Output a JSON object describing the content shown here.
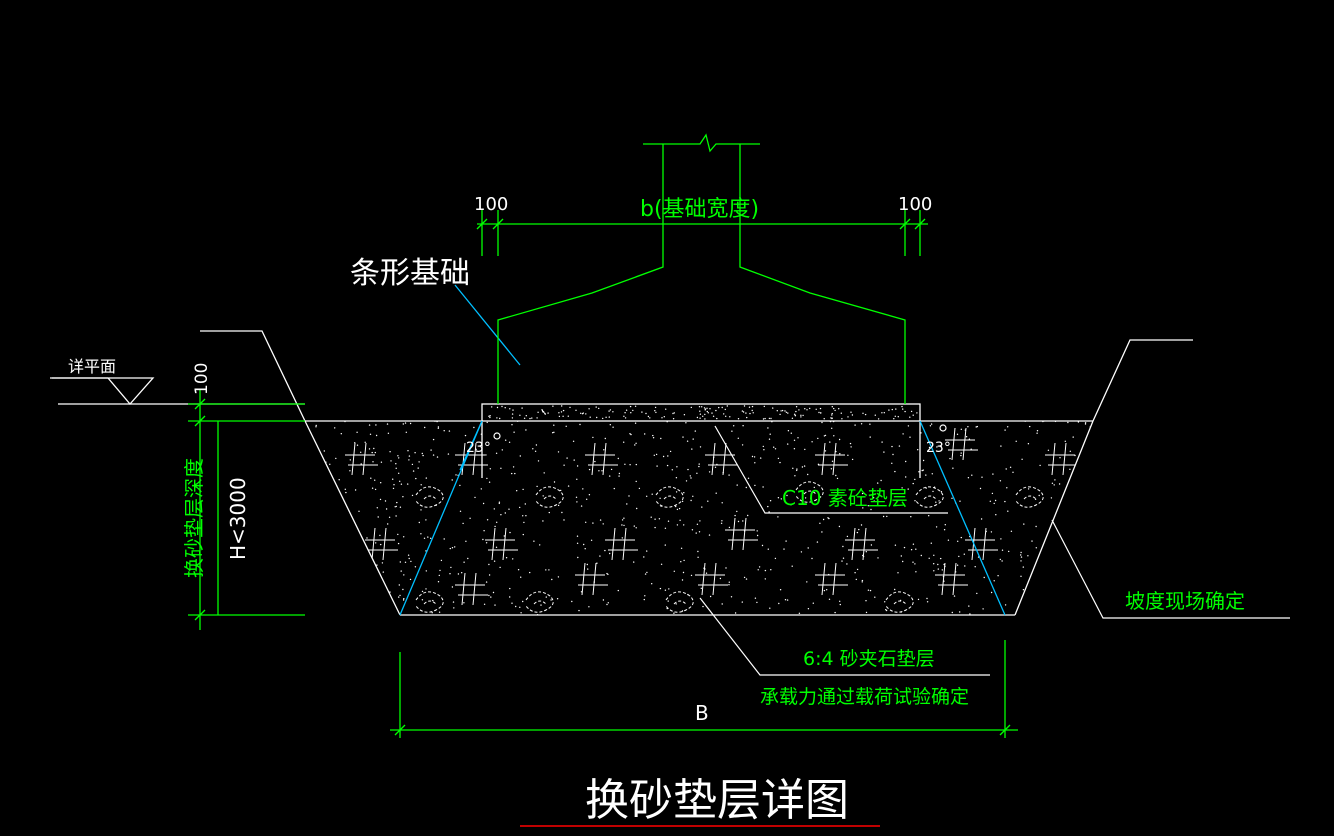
{
  "colors": {
    "background": "#000000",
    "line_white": "#ffffff",
    "line_green": "#00ff00",
    "line_cyan": "#00bfff",
    "text_green": "#00ff00",
    "text_white": "#ffffff",
    "underline_red": "#ff0000"
  },
  "drawing": {
    "title": "换砂垫层详图",
    "strip_foundation_label": "条形基础",
    "foundation_width_label": "b(基础宽度)",
    "offset_left": "100",
    "offset_right": "100",
    "level_label": "详平面",
    "level_offset": "100",
    "depth_label": "换砂垫层深度",
    "depth_limit": "H<3000",
    "cushion_label": "C10 素砼垫层",
    "slope_note": "坡度现场确定",
    "sand_layer_label": "6:4 砂夹石垫层",
    "bearing_note": "承载力通过载荷试验确定",
    "bottom_width": "B",
    "angle_left": "23°",
    "angle_right": "23°"
  }
}
